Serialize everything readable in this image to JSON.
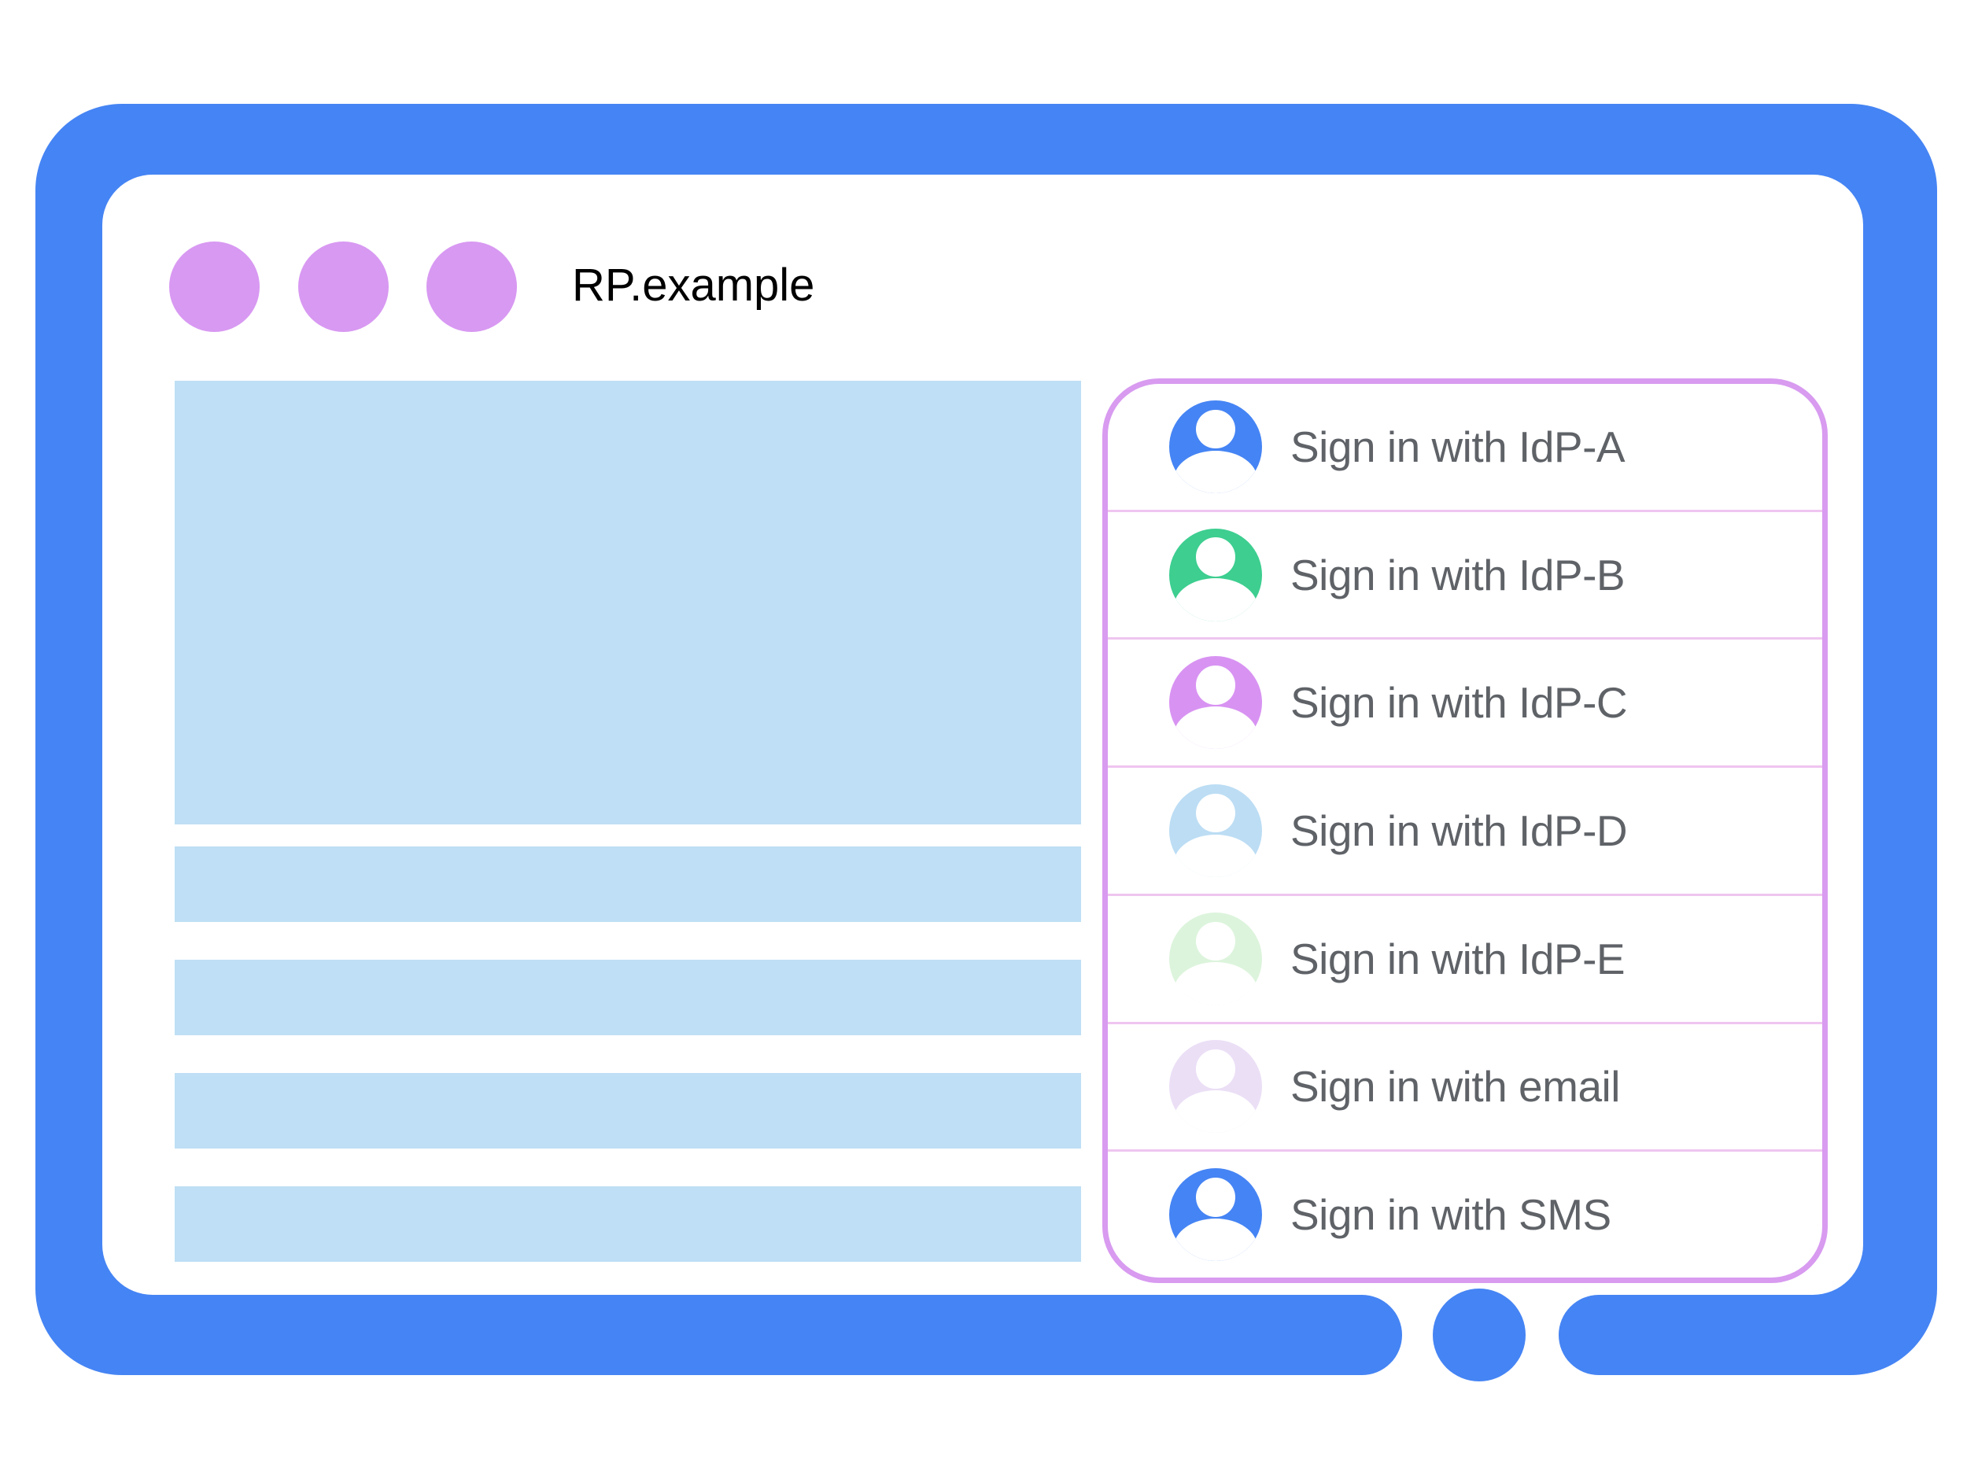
{
  "window": {
    "title": "RP.example",
    "control_dots": 3
  },
  "signin_panel": {
    "options": [
      {
        "label": "Sign in with IdP-A",
        "icon": "person-icon",
        "avatar_color": "#4584F4"
      },
      {
        "label": "Sign in with IdP-B",
        "icon": "person-icon",
        "avatar_color": "#3DCE90"
      },
      {
        "label": "Sign in with IdP-C",
        "icon": "person-icon",
        "avatar_color": "#D893F2"
      },
      {
        "label": "Sign in with IdP-D",
        "icon": "person-icon",
        "avatar_color": "#BCDDF4"
      },
      {
        "label": "Sign in with IdP-E",
        "icon": "person-icon",
        "avatar_color": "#DCF4DC"
      },
      {
        "label": "Sign in with email",
        "icon": "person-icon",
        "avatar_color": "#EBDFF6"
      },
      {
        "label": "Sign in with SMS",
        "icon": "person-icon",
        "avatar_color": "#4584F4"
      }
    ]
  },
  "colors": {
    "frame": "#4584F4",
    "lightblue": "#BEDFF5",
    "dot": "#D899F2",
    "panel-border": "#D89BF0",
    "divider": "#EFC5F0",
    "label": "#5F6368",
    "title": "#000000"
  }
}
